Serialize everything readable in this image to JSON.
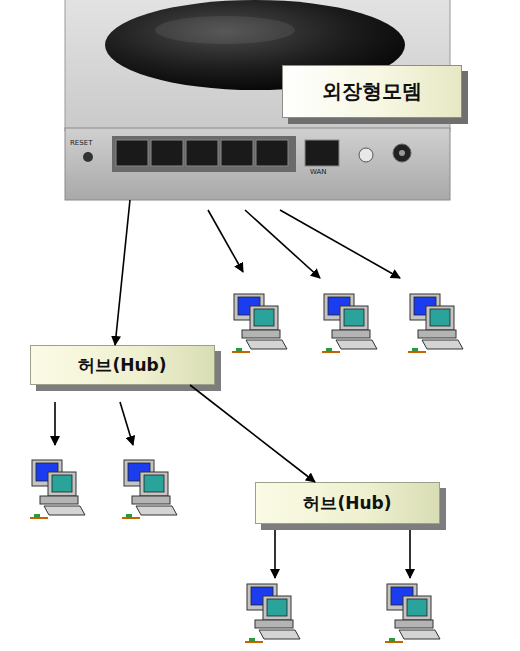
{
  "diagram": {
    "nodes": [
      {
        "text": [
          "외장형모뎀"
        ]
      },
      {
        "text": [
          "허브(Hub)"
        ]
      },
      {
        "text": [
          "허브(Hub)"
        ]
      }
    ],
    "edges": [
      {
        "from": 0,
        "to": 1,
        "arrow": "to"
      },
      {
        "from": 1,
        "to": 2,
        "arrow": "to"
      }
    ],
    "labels": [
      "RESET",
      "WAN"
    ]
  }
}
